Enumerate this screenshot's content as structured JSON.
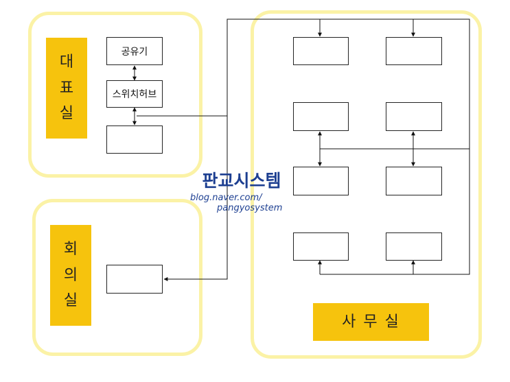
{
  "rooms": {
    "ceo": {
      "label": [
        "대",
        "표",
        "실"
      ]
    },
    "meeting": {
      "label": [
        "회",
        "의",
        "실"
      ]
    },
    "office": {
      "label": "사 무 실"
    }
  },
  "devices": {
    "router": "공유기",
    "switch_hub": "스위치허브"
  },
  "watermark": {
    "title": "판교시스템",
    "url_line1": "blog.naver.com/",
    "url_line2": "pangyosystem"
  },
  "colors": {
    "room_border": "#fbf2a6",
    "label_fill": "#f6c30d",
    "watermark": "#1d3f91"
  }
}
